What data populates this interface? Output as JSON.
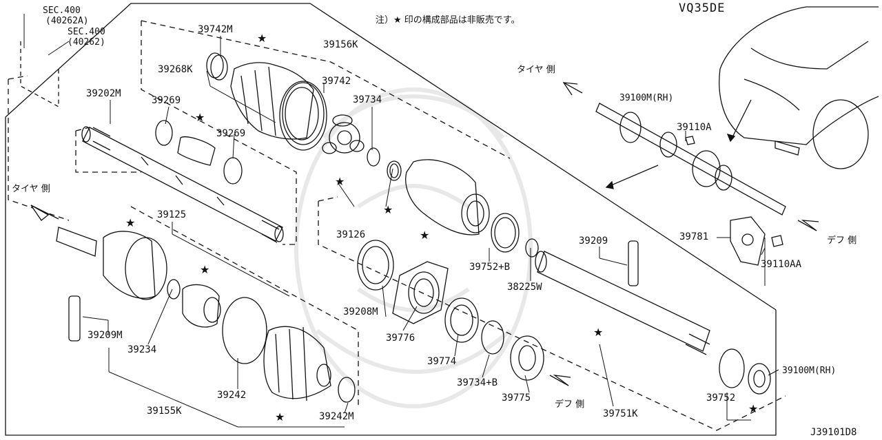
{
  "diagram": {
    "header_note": "注）★ 印の構成部品は非販売です。",
    "engine_code": "VQ35DE",
    "drawing_number": "J39101D8",
    "star_symbol": "★",
    "directions": {
      "tire_side": "タイヤ 側",
      "diff_side": "デフ 側"
    },
    "parts": {
      "sec400_a": "SEC.400",
      "sec400_a_sub": "(40262A)",
      "sec400_b": "SEC.400",
      "sec400_b_sub": "(40262)",
      "p39742M": "39742M",
      "p39156K": "39156K",
      "p39268K": "39268K",
      "p39742": "39742",
      "p39202M": "39202M",
      "p39269_a": "39269",
      "p39269_b": "39269",
      "p39734": "39734",
      "p39100M_rh_top": "39100M(RH)",
      "p39110A": "39110A",
      "p39125": "39125",
      "p39126": "39126",
      "p39209": "39209",
      "p39781": "39781",
      "p39110AA": "39110AA",
      "p39752_b": "39752+B",
      "p38225W": "38225W",
      "p39209M": "39209M",
      "p39234": "39234",
      "p39208M": "39208M",
      "p39776": "39776",
      "p39774": "39774",
      "p39734_b": "39734+B",
      "p39775": "39775",
      "p39100M_rh_bottom": "39100M(RH)",
      "p39242": "39242",
      "p39155K": "39155K",
      "p39242M": "39242M",
      "p39752": "39752",
      "p39751K": "39751K"
    }
  }
}
